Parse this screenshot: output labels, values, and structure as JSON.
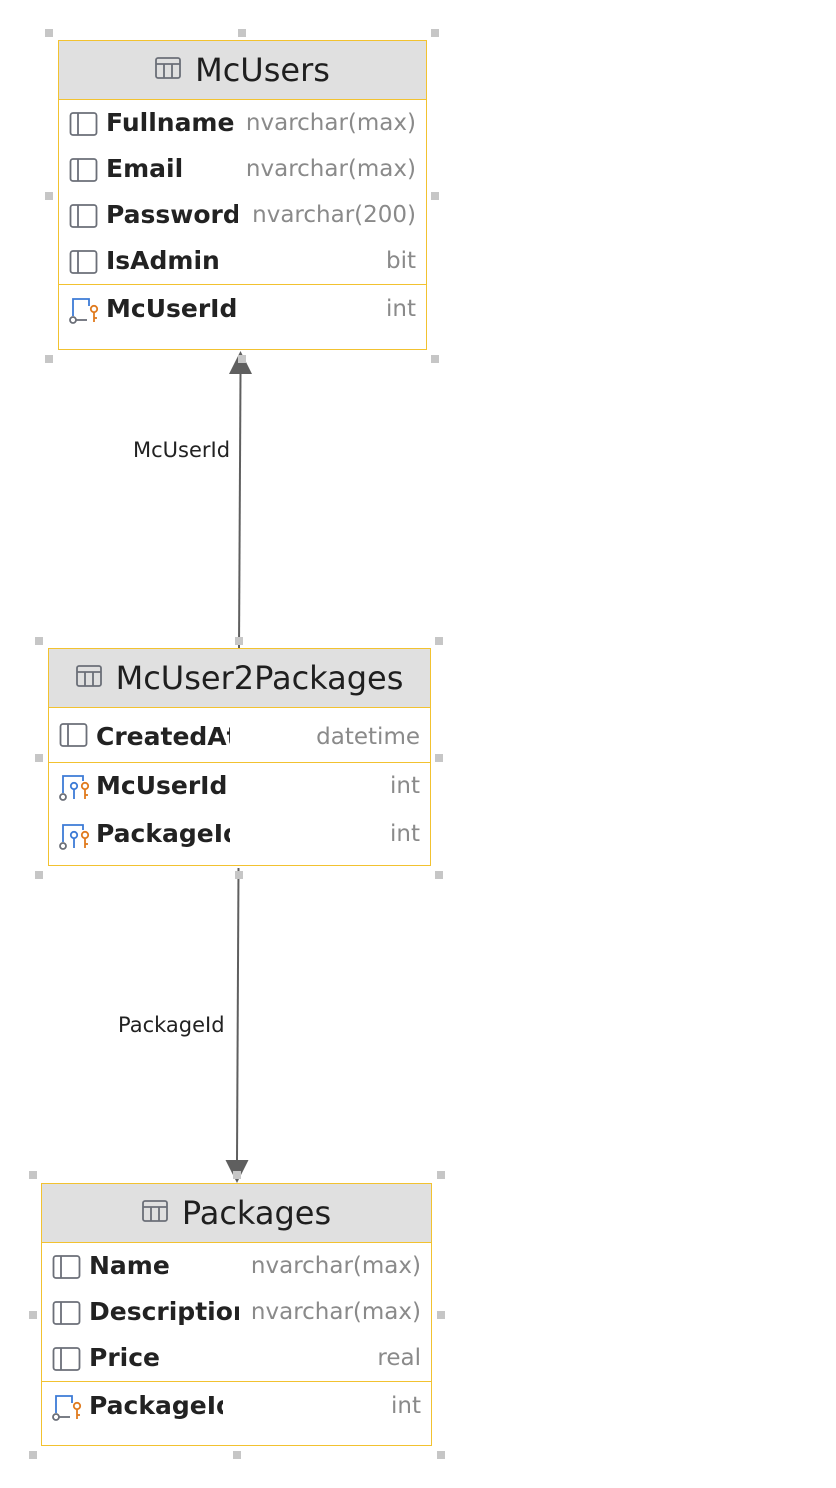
{
  "tables": {
    "mcusers": {
      "title": "McUsers",
      "columns": [
        {
          "name": "Fullname",
          "type": "nvarchar(max)"
        },
        {
          "name": "Email",
          "type": "nvarchar(max)"
        },
        {
          "name": "Password",
          "type": "nvarchar(200)"
        },
        {
          "name": "IsAdmin",
          "type": "bit"
        }
      ],
      "keys": [
        {
          "name": "McUserId",
          "type": "int"
        }
      ]
    },
    "mcuser2packages": {
      "title": "McUser2Packages",
      "columns": [
        {
          "name": "CreatedAt",
          "type": "datetime"
        }
      ],
      "keys": [
        {
          "name": "McUserId",
          "type": "int"
        },
        {
          "name": "PackageId",
          "type": "int"
        }
      ]
    },
    "packages": {
      "title": "Packages",
      "columns": [
        {
          "name": "Name",
          "type": "nvarchar(max)"
        },
        {
          "name": "Description",
          "type": "nvarchar(max)"
        },
        {
          "name": "Price",
          "type": "real"
        }
      ],
      "keys": [
        {
          "name": "PackageId",
          "type": "int"
        }
      ]
    }
  },
  "relations": [
    {
      "label": "McUserId",
      "from": "McUser2Packages",
      "to": "McUsers"
    },
    {
      "label": "PackageId",
      "from": "McUser2Packages",
      "to": "Packages"
    }
  ],
  "colors": {
    "border": "#f2c230",
    "header": "#e0e0e0",
    "connector": "#5f5f5f",
    "key_blue": "#3d7bd6",
    "key_orange": "#e07b1f",
    "type_text": "#8a8a8a"
  },
  "icons": {
    "table": "table-icon",
    "column": "column-icon",
    "primary_key": "primary-key-icon",
    "foreign_key": "foreign-key-icon"
  }
}
